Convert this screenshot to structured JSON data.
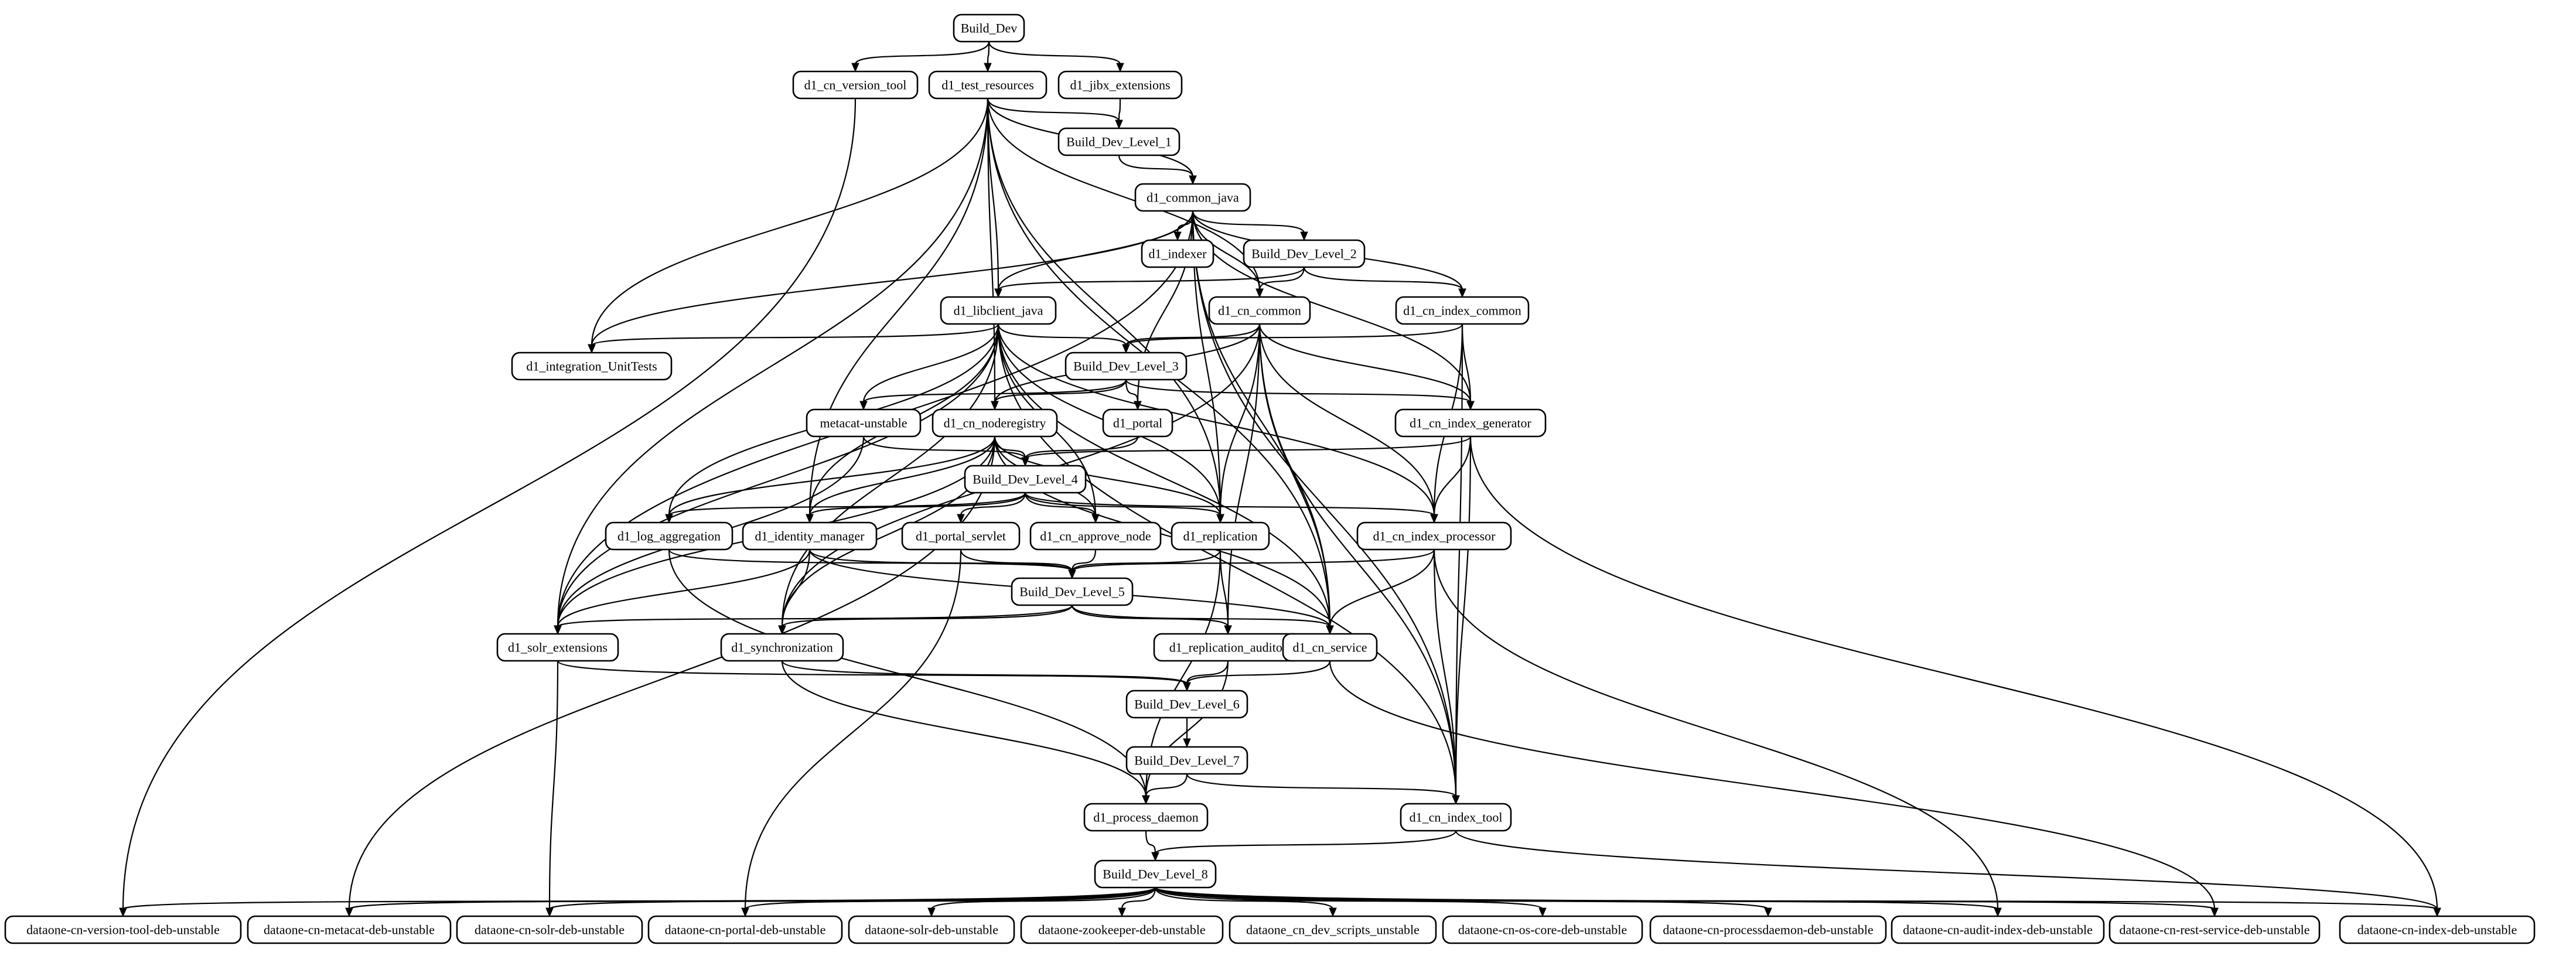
{
  "graph": {
    "nodes": [
      {
        "id": "build_dev",
        "label": "Build_Dev"
      },
      {
        "id": "d1_cn_version_tool",
        "label": "d1_cn_version_tool"
      },
      {
        "id": "d1_test_resources",
        "label": "d1_test_resources"
      },
      {
        "id": "d1_jibx_extensions",
        "label": "d1_jibx_extensions"
      },
      {
        "id": "build_dev_level_1",
        "label": "Build_Dev_Level_1"
      },
      {
        "id": "d1_common_java",
        "label": "d1_common_java"
      },
      {
        "id": "d1_indexer",
        "label": "d1_indexer"
      },
      {
        "id": "build_dev_level_2",
        "label": "Build_Dev_Level_2"
      },
      {
        "id": "d1_libclient_java",
        "label": "d1_libclient_java"
      },
      {
        "id": "d1_cn_common",
        "label": "d1_cn_common"
      },
      {
        "id": "d1_cn_index_common",
        "label": "d1_cn_index_common"
      },
      {
        "id": "d1_integration_unittests",
        "label": "d1_integration_UnitTests"
      },
      {
        "id": "build_dev_level_3",
        "label": "Build_Dev_Level_3"
      },
      {
        "id": "metacat_unstable",
        "label": "metacat-unstable"
      },
      {
        "id": "d1_cn_noderegistry",
        "label": "d1_cn_noderegistry"
      },
      {
        "id": "d1_portal",
        "label": "d1_portal"
      },
      {
        "id": "d1_cn_index_generator",
        "label": "d1_cn_index_generator"
      },
      {
        "id": "build_dev_level_4",
        "label": "Build_Dev_Level_4"
      },
      {
        "id": "d1_log_aggregation",
        "label": "d1_log_aggregation"
      },
      {
        "id": "d1_identity_manager",
        "label": "d1_identity_manager"
      },
      {
        "id": "d1_portal_servlet",
        "label": "d1_portal_servlet"
      },
      {
        "id": "d1_cn_approve_node",
        "label": "d1_cn_approve_node"
      },
      {
        "id": "d1_replication",
        "label": "d1_replication"
      },
      {
        "id": "d1_cn_index_processor",
        "label": "d1_cn_index_processor"
      },
      {
        "id": "build_dev_level_5",
        "label": "Build_Dev_Level_5"
      },
      {
        "id": "d1_solr_extensions",
        "label": "d1_solr_extensions"
      },
      {
        "id": "d1_synchronization",
        "label": "d1_synchronization"
      },
      {
        "id": "d1_replication_auditor",
        "label": "d1_replication_auditor"
      },
      {
        "id": "d1_cn_service",
        "label": "d1_cn_service"
      },
      {
        "id": "build_dev_level_6",
        "label": "Build_Dev_Level_6"
      },
      {
        "id": "build_dev_level_7",
        "label": "Build_Dev_Level_7"
      },
      {
        "id": "d1_process_daemon",
        "label": "d1_process_daemon"
      },
      {
        "id": "d1_cn_index_tool",
        "label": "d1_cn_index_tool"
      },
      {
        "id": "build_dev_level_8",
        "label": "Build_Dev_Level_8"
      },
      {
        "id": "deb_version_tool",
        "label": "dataone-cn-version-tool-deb-unstable"
      },
      {
        "id": "deb_metacat",
        "label": "dataone-cn-metacat-deb-unstable"
      },
      {
        "id": "deb_solr",
        "label": "dataone-cn-solr-deb-unstable"
      },
      {
        "id": "deb_portal",
        "label": "dataone-cn-portal-deb-unstable"
      },
      {
        "id": "deb_solr_plain",
        "label": "dataone-solr-deb-unstable"
      },
      {
        "id": "deb_zookeeper",
        "label": "dataone-zookeeper-deb-unstable"
      },
      {
        "id": "deb_dev_scripts",
        "label": "dataone_cn_dev_scripts_unstable"
      },
      {
        "id": "deb_os_core",
        "label": "dataone-cn-os-core-deb-unstable"
      },
      {
        "id": "deb_processdaemon",
        "label": "dataone-cn-processdaemon-deb-unstable"
      },
      {
        "id": "deb_audit_index",
        "label": "dataone-cn-audit-index-deb-unstable"
      },
      {
        "id": "deb_rest_service",
        "label": "dataone-cn-rest-service-deb-unstable"
      },
      {
        "id": "deb_index",
        "label": "dataone-cn-index-deb-unstable"
      }
    ],
    "edges": [
      [
        "build_dev",
        "d1_cn_version_tool"
      ],
      [
        "build_dev",
        "d1_test_resources"
      ],
      [
        "build_dev",
        "d1_jibx_extensions"
      ],
      [
        "d1_cn_version_tool",
        "deb_version_tool"
      ],
      [
        "d1_test_resources",
        "build_dev_level_1"
      ],
      [
        "d1_jibx_extensions",
        "build_dev_level_1"
      ],
      [
        "d1_test_resources",
        "d1_common_java"
      ],
      [
        "d1_test_resources",
        "d1_libclient_java"
      ],
      [
        "d1_test_resources",
        "d1_integration_unittests"
      ],
      [
        "d1_test_resources",
        "d1_solr_extensions"
      ],
      [
        "d1_test_resources",
        "d1_identity_manager"
      ],
      [
        "d1_test_resources",
        "d1_cn_noderegistry"
      ],
      [
        "d1_test_resources",
        "d1_cn_common"
      ],
      [
        "d1_test_resources",
        "d1_replication"
      ],
      [
        "d1_test_resources",
        "d1_cn_service"
      ],
      [
        "build_dev_level_1",
        "d1_common_java"
      ],
      [
        "d1_common_java",
        "d1_indexer"
      ],
      [
        "d1_common_java",
        "build_dev_level_2"
      ],
      [
        "d1_common_java",
        "d1_libclient_java"
      ],
      [
        "d1_common_java",
        "d1_cn_common"
      ],
      [
        "d1_common_java",
        "d1_cn_index_common"
      ],
      [
        "d1_common_java",
        "d1_integration_unittests"
      ],
      [
        "d1_common_java",
        "d1_solr_extensions"
      ],
      [
        "d1_common_java",
        "d1_portal"
      ],
      [
        "d1_common_java",
        "d1_cn_index_generator"
      ],
      [
        "d1_common_java",
        "d1_replication"
      ],
      [
        "d1_common_java",
        "d1_cn_service"
      ],
      [
        "d1_common_java",
        "d1_cn_index_tool"
      ],
      [
        "build_dev_level_2",
        "d1_libclient_java"
      ],
      [
        "build_dev_level_2",
        "d1_cn_common"
      ],
      [
        "build_dev_level_2",
        "d1_cn_index_common"
      ],
      [
        "d1_libclient_java",
        "d1_integration_unittests"
      ],
      [
        "d1_libclient_java",
        "build_dev_level_3"
      ],
      [
        "d1_libclient_java",
        "metacat_unstable"
      ],
      [
        "d1_libclient_java",
        "d1_solr_extensions"
      ],
      [
        "d1_libclient_java",
        "d1_log_aggregation"
      ],
      [
        "d1_libclient_java",
        "d1_identity_manager"
      ],
      [
        "d1_libclient_java",
        "d1_synchronization"
      ],
      [
        "d1_libclient_java",
        "d1_replication"
      ],
      [
        "d1_libclient_java",
        "d1_cn_approve_node"
      ],
      [
        "d1_libclient_java",
        "d1_cn_index_processor"
      ],
      [
        "d1_libclient_java",
        "d1_cn_service"
      ],
      [
        "d1_libclient_java",
        "d1_cn_index_tool"
      ],
      [
        "d1_cn_common",
        "build_dev_level_3"
      ],
      [
        "d1_cn_common",
        "d1_cn_noderegistry"
      ],
      [
        "d1_cn_common",
        "d1_cn_index_generator"
      ],
      [
        "d1_cn_common",
        "d1_replication"
      ],
      [
        "d1_cn_common",
        "d1_cn_index_processor"
      ],
      [
        "d1_cn_common",
        "d1_replication_auditor"
      ],
      [
        "d1_cn_common",
        "d1_cn_service"
      ],
      [
        "d1_cn_common",
        "d1_cn_index_tool"
      ],
      [
        "d1_cn_common",
        "d1_synchronization"
      ],
      [
        "d1_cn_index_common",
        "build_dev_level_3"
      ],
      [
        "d1_cn_index_common",
        "d1_cn_index_generator"
      ],
      [
        "d1_cn_index_common",
        "d1_cn_index_processor"
      ],
      [
        "d1_cn_index_common",
        "d1_cn_index_tool"
      ],
      [
        "build_dev_level_3",
        "metacat_unstable"
      ],
      [
        "build_dev_level_3",
        "d1_cn_noderegistry"
      ],
      [
        "build_dev_level_3",
        "d1_portal"
      ],
      [
        "build_dev_level_3",
        "d1_cn_index_generator"
      ],
      [
        "metacat_unstable",
        "build_dev_level_4"
      ],
      [
        "metacat_unstable",
        "d1_solr_extensions"
      ],
      [
        "d1_cn_noderegistry",
        "build_dev_level_4"
      ],
      [
        "d1_cn_noderegistry",
        "d1_log_aggregation"
      ],
      [
        "d1_cn_noderegistry",
        "d1_identity_manager"
      ],
      [
        "d1_cn_noderegistry",
        "d1_synchronization"
      ],
      [
        "d1_cn_noderegistry",
        "d1_cn_approve_node"
      ],
      [
        "d1_cn_noderegistry",
        "d1_replication"
      ],
      [
        "d1_cn_noderegistry",
        "d1_cn_service"
      ],
      [
        "d1_cn_noderegistry",
        "deb_metacat"
      ],
      [
        "d1_cn_noderegistry",
        "d1_solr_extensions"
      ],
      [
        "d1_portal",
        "build_dev_level_4"
      ],
      [
        "d1_cn_index_generator",
        "build_dev_level_4"
      ],
      [
        "d1_cn_index_generator",
        "d1_cn_index_processor"
      ],
      [
        "d1_cn_index_generator",
        "d1_cn_index_tool"
      ],
      [
        "d1_cn_index_generator",
        "deb_index"
      ],
      [
        "build_dev_level_4",
        "d1_log_aggregation"
      ],
      [
        "build_dev_level_4",
        "d1_identity_manager"
      ],
      [
        "build_dev_level_4",
        "d1_portal_servlet"
      ],
      [
        "build_dev_level_4",
        "d1_cn_approve_node"
      ],
      [
        "build_dev_level_4",
        "d1_replication"
      ],
      [
        "build_dev_level_4",
        "d1_cn_index_processor"
      ],
      [
        "d1_log_aggregation",
        "build_dev_level_5"
      ],
      [
        "d1_log_aggregation",
        "d1_process_daemon"
      ],
      [
        "d1_identity_manager",
        "build_dev_level_5"
      ],
      [
        "d1_identity_manager",
        "d1_solr_extensions"
      ],
      [
        "d1_identity_manager",
        "d1_synchronization"
      ],
      [
        "d1_identity_manager",
        "d1_cn_service"
      ],
      [
        "d1_portal_servlet",
        "build_dev_level_5"
      ],
      [
        "d1_portal_servlet",
        "deb_portal"
      ],
      [
        "d1_cn_approve_node",
        "build_dev_level_5"
      ],
      [
        "d1_replication",
        "build_dev_level_5"
      ],
      [
        "d1_replication",
        "d1_replication_auditor"
      ],
      [
        "d1_replication",
        "d1_process_daemon"
      ],
      [
        "d1_cn_index_processor",
        "build_dev_level_5"
      ],
      [
        "d1_cn_index_processor",
        "d1_cn_service"
      ],
      [
        "d1_cn_index_processor",
        "d1_cn_index_tool"
      ],
      [
        "d1_cn_index_processor",
        "deb_audit_index"
      ],
      [
        "build_dev_level_5",
        "d1_solr_extensions"
      ],
      [
        "build_dev_level_5",
        "d1_synchronization"
      ],
      [
        "build_dev_level_5",
        "d1_replication_auditor"
      ],
      [
        "build_dev_level_5",
        "d1_cn_service"
      ],
      [
        "d1_solr_extensions",
        "build_dev_level_6"
      ],
      [
        "d1_solr_extensions",
        "deb_solr"
      ],
      [
        "d1_synchronization",
        "build_dev_level_6"
      ],
      [
        "d1_synchronization",
        "d1_process_daemon"
      ],
      [
        "d1_replication_auditor",
        "build_dev_level_6"
      ],
      [
        "d1_replication_auditor",
        "d1_process_daemon"
      ],
      [
        "d1_cn_service",
        "build_dev_level_6"
      ],
      [
        "d1_cn_service",
        "deb_rest_service"
      ],
      [
        "build_dev_level_6",
        "build_dev_level_7"
      ],
      [
        "build_dev_level_7",
        "d1_process_daemon"
      ],
      [
        "build_dev_level_7",
        "d1_cn_index_tool"
      ],
      [
        "d1_process_daemon",
        "build_dev_level_8"
      ],
      [
        "d1_cn_index_tool",
        "build_dev_level_8"
      ],
      [
        "d1_cn_index_tool",
        "deb_index"
      ],
      [
        "build_dev_level_8",
        "deb_version_tool"
      ],
      [
        "build_dev_level_8",
        "deb_metacat"
      ],
      [
        "build_dev_level_8",
        "deb_solr"
      ],
      [
        "build_dev_level_8",
        "deb_portal"
      ],
      [
        "build_dev_level_8",
        "deb_solr_plain"
      ],
      [
        "build_dev_level_8",
        "deb_zookeeper"
      ],
      [
        "build_dev_level_8",
        "deb_dev_scripts"
      ],
      [
        "build_dev_level_8",
        "deb_os_core"
      ],
      [
        "build_dev_level_8",
        "deb_processdaemon"
      ],
      [
        "build_dev_level_8",
        "deb_audit_index"
      ],
      [
        "build_dev_level_8",
        "deb_rest_service"
      ],
      [
        "build_dev_level_8",
        "deb_index"
      ]
    ]
  }
}
